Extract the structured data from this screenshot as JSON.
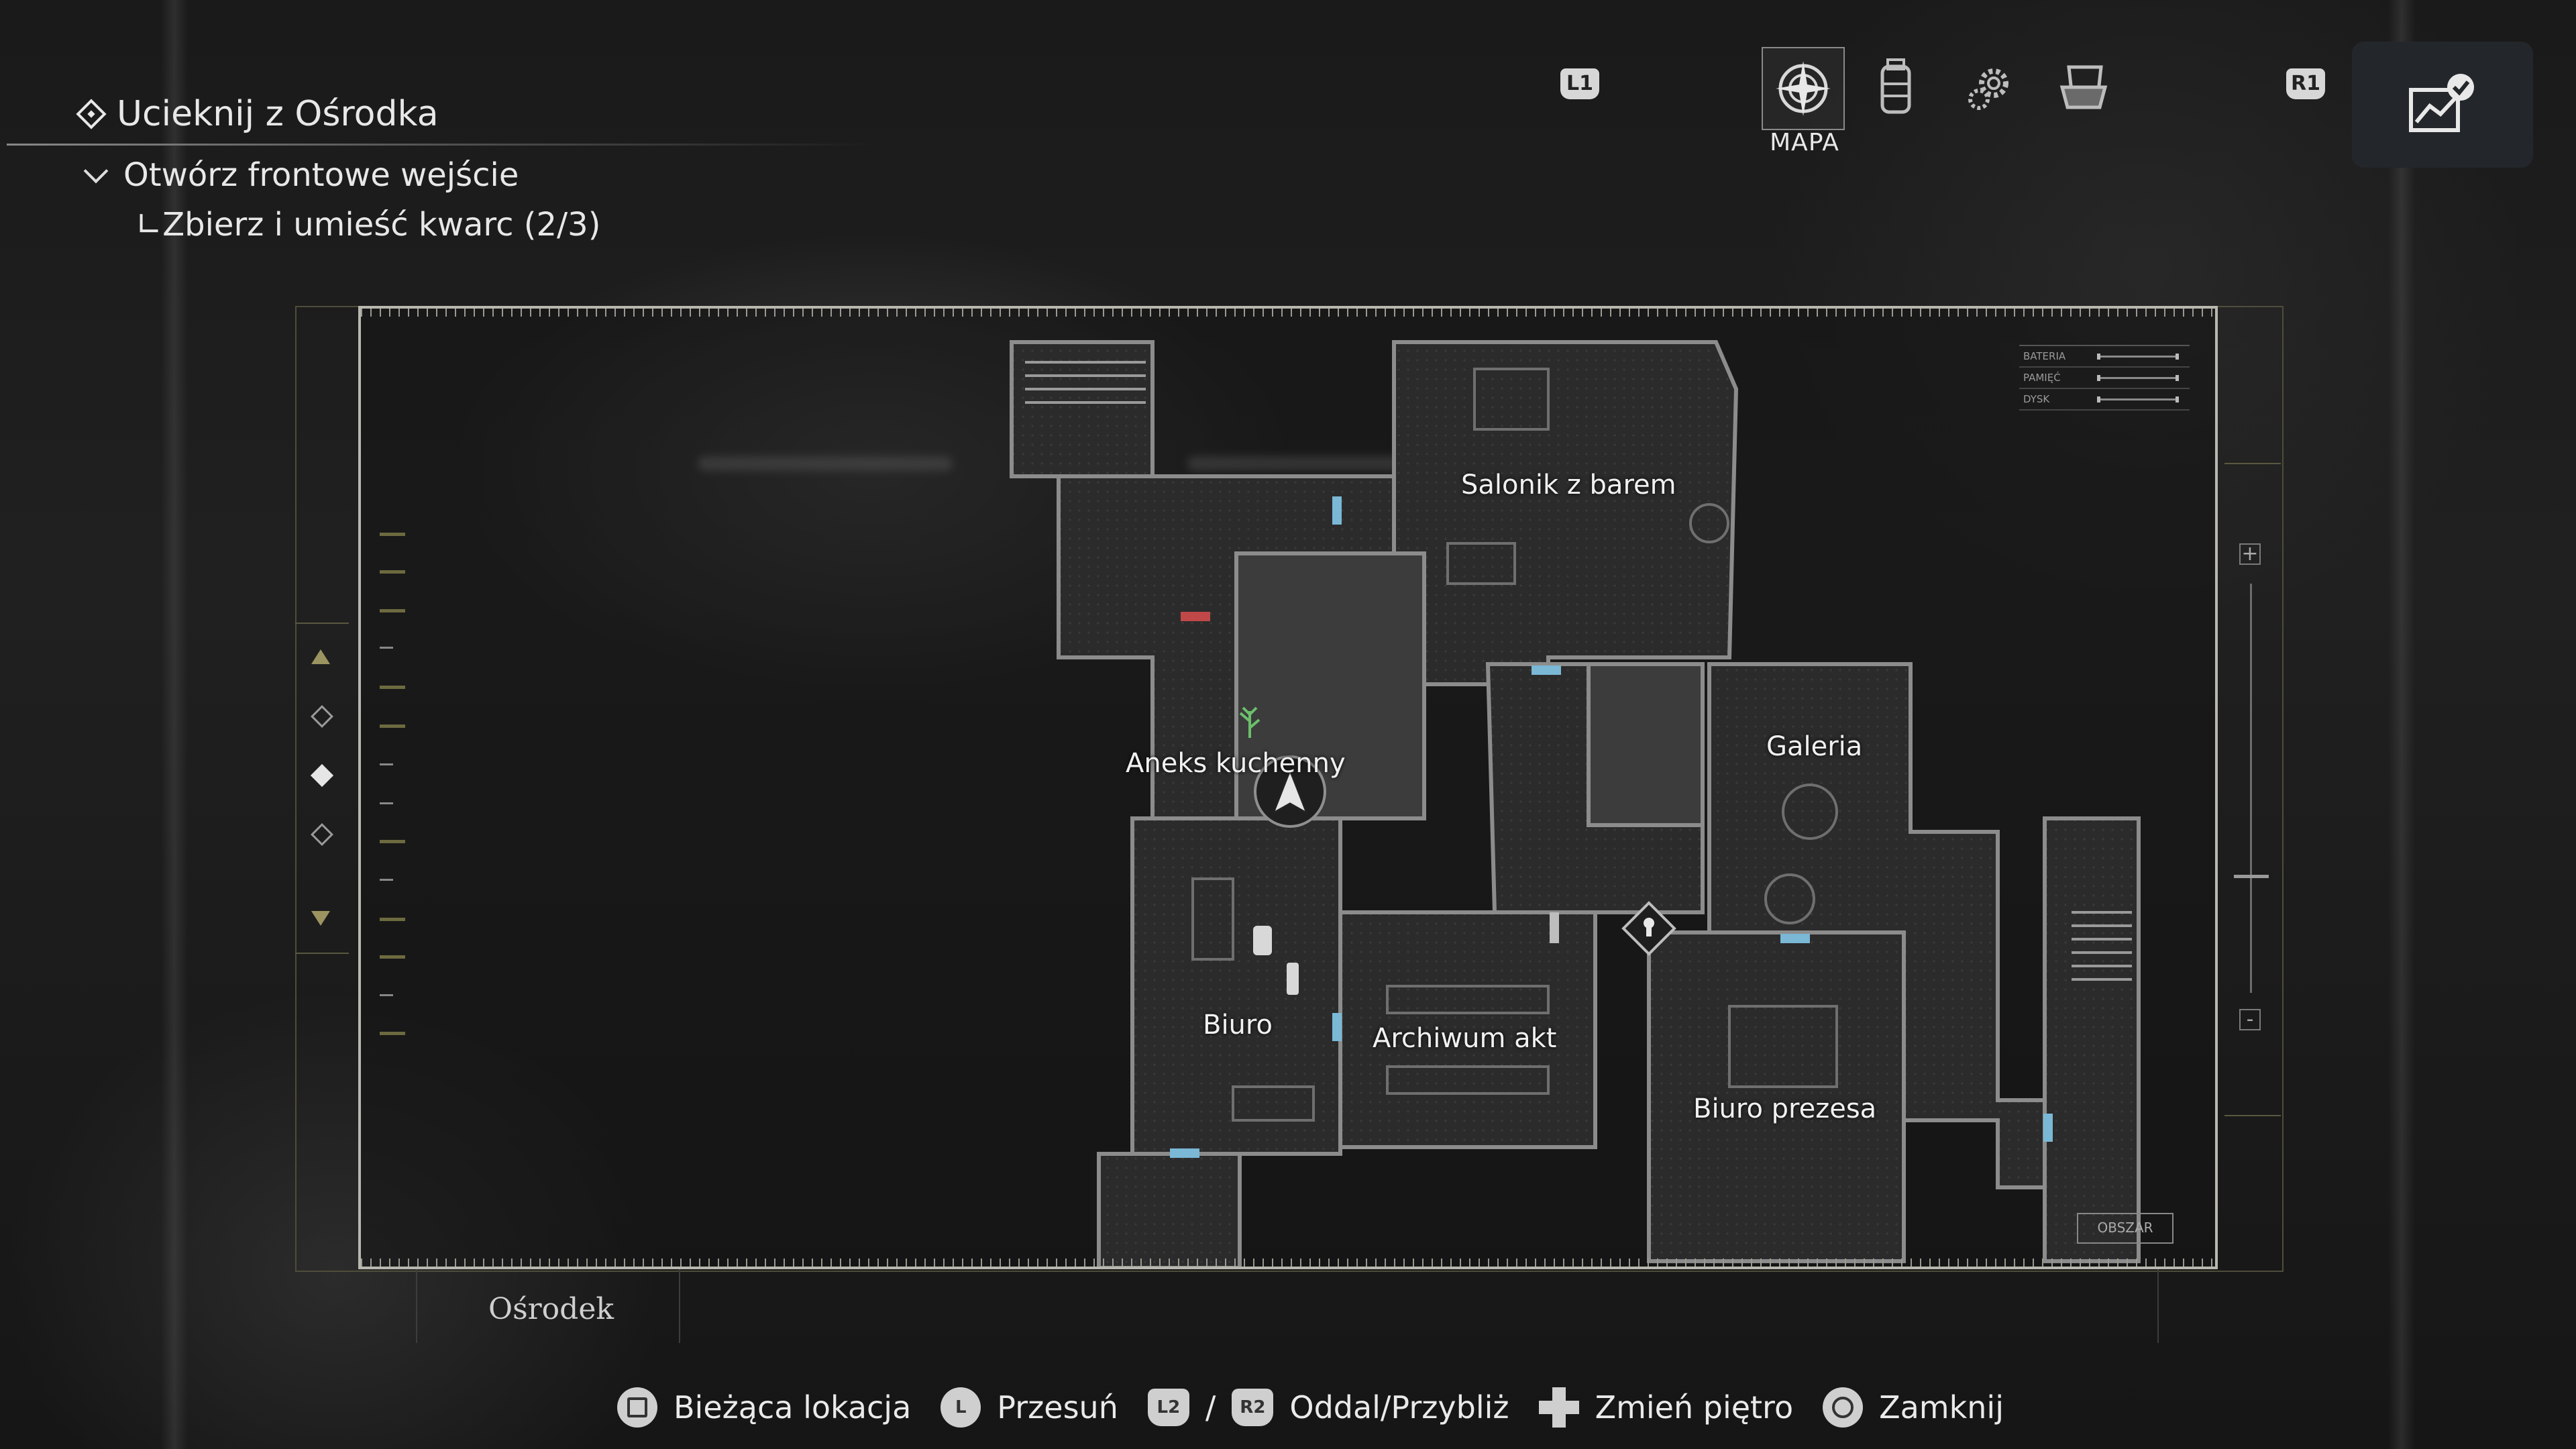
{
  "objective": {
    "title": "Ucieknij z Ośrodka",
    "sub": "Otwórz frontowe wejście",
    "step": "∟Zbierz i umieść kwarc (2/3)"
  },
  "nav": {
    "left_bumper": "L1",
    "right_bumper": "R1",
    "tabs": [
      {
        "icon": "map-compass-icon",
        "label": "MAPA",
        "active": true
      },
      {
        "icon": "inventory-icon",
        "active": false
      },
      {
        "icon": "settings-gear-icon",
        "active": false
      },
      {
        "icon": "files-icon",
        "active": false
      }
    ],
    "report_icon": "report-chart-check-icon"
  },
  "map": {
    "rooms": [
      {
        "name": "Salonik z barem"
      },
      {
        "name": "Aneks kuchenny"
      },
      {
        "name": "Galeria"
      },
      {
        "name": "Biuro"
      },
      {
        "name": "Archiwum akt"
      },
      {
        "name": "Biuro prezesa"
      }
    ],
    "area_name": "Ośrodek",
    "area_tag": "OBSZAR",
    "status": {
      "battery": "BATERIA",
      "memory": "PAMIĘĆ",
      "disk": "DYSK"
    },
    "zoom_plus": "+",
    "zoom_minus": "-"
  },
  "hints": {
    "current_location": "Bieżąca lokacja",
    "move": "Przesuń",
    "move_btn": "L",
    "zoom_l": "L2",
    "zoom_sep": "/",
    "zoom_r": "R2",
    "zoom": "Oddal/Przybliż",
    "floor": "Zmień piętro",
    "close": "Zamknij"
  },
  "colors": {
    "door_unlocked": "#7ab8d6",
    "door_locked": "#c04848",
    "frame_accent": "#9c9460"
  }
}
